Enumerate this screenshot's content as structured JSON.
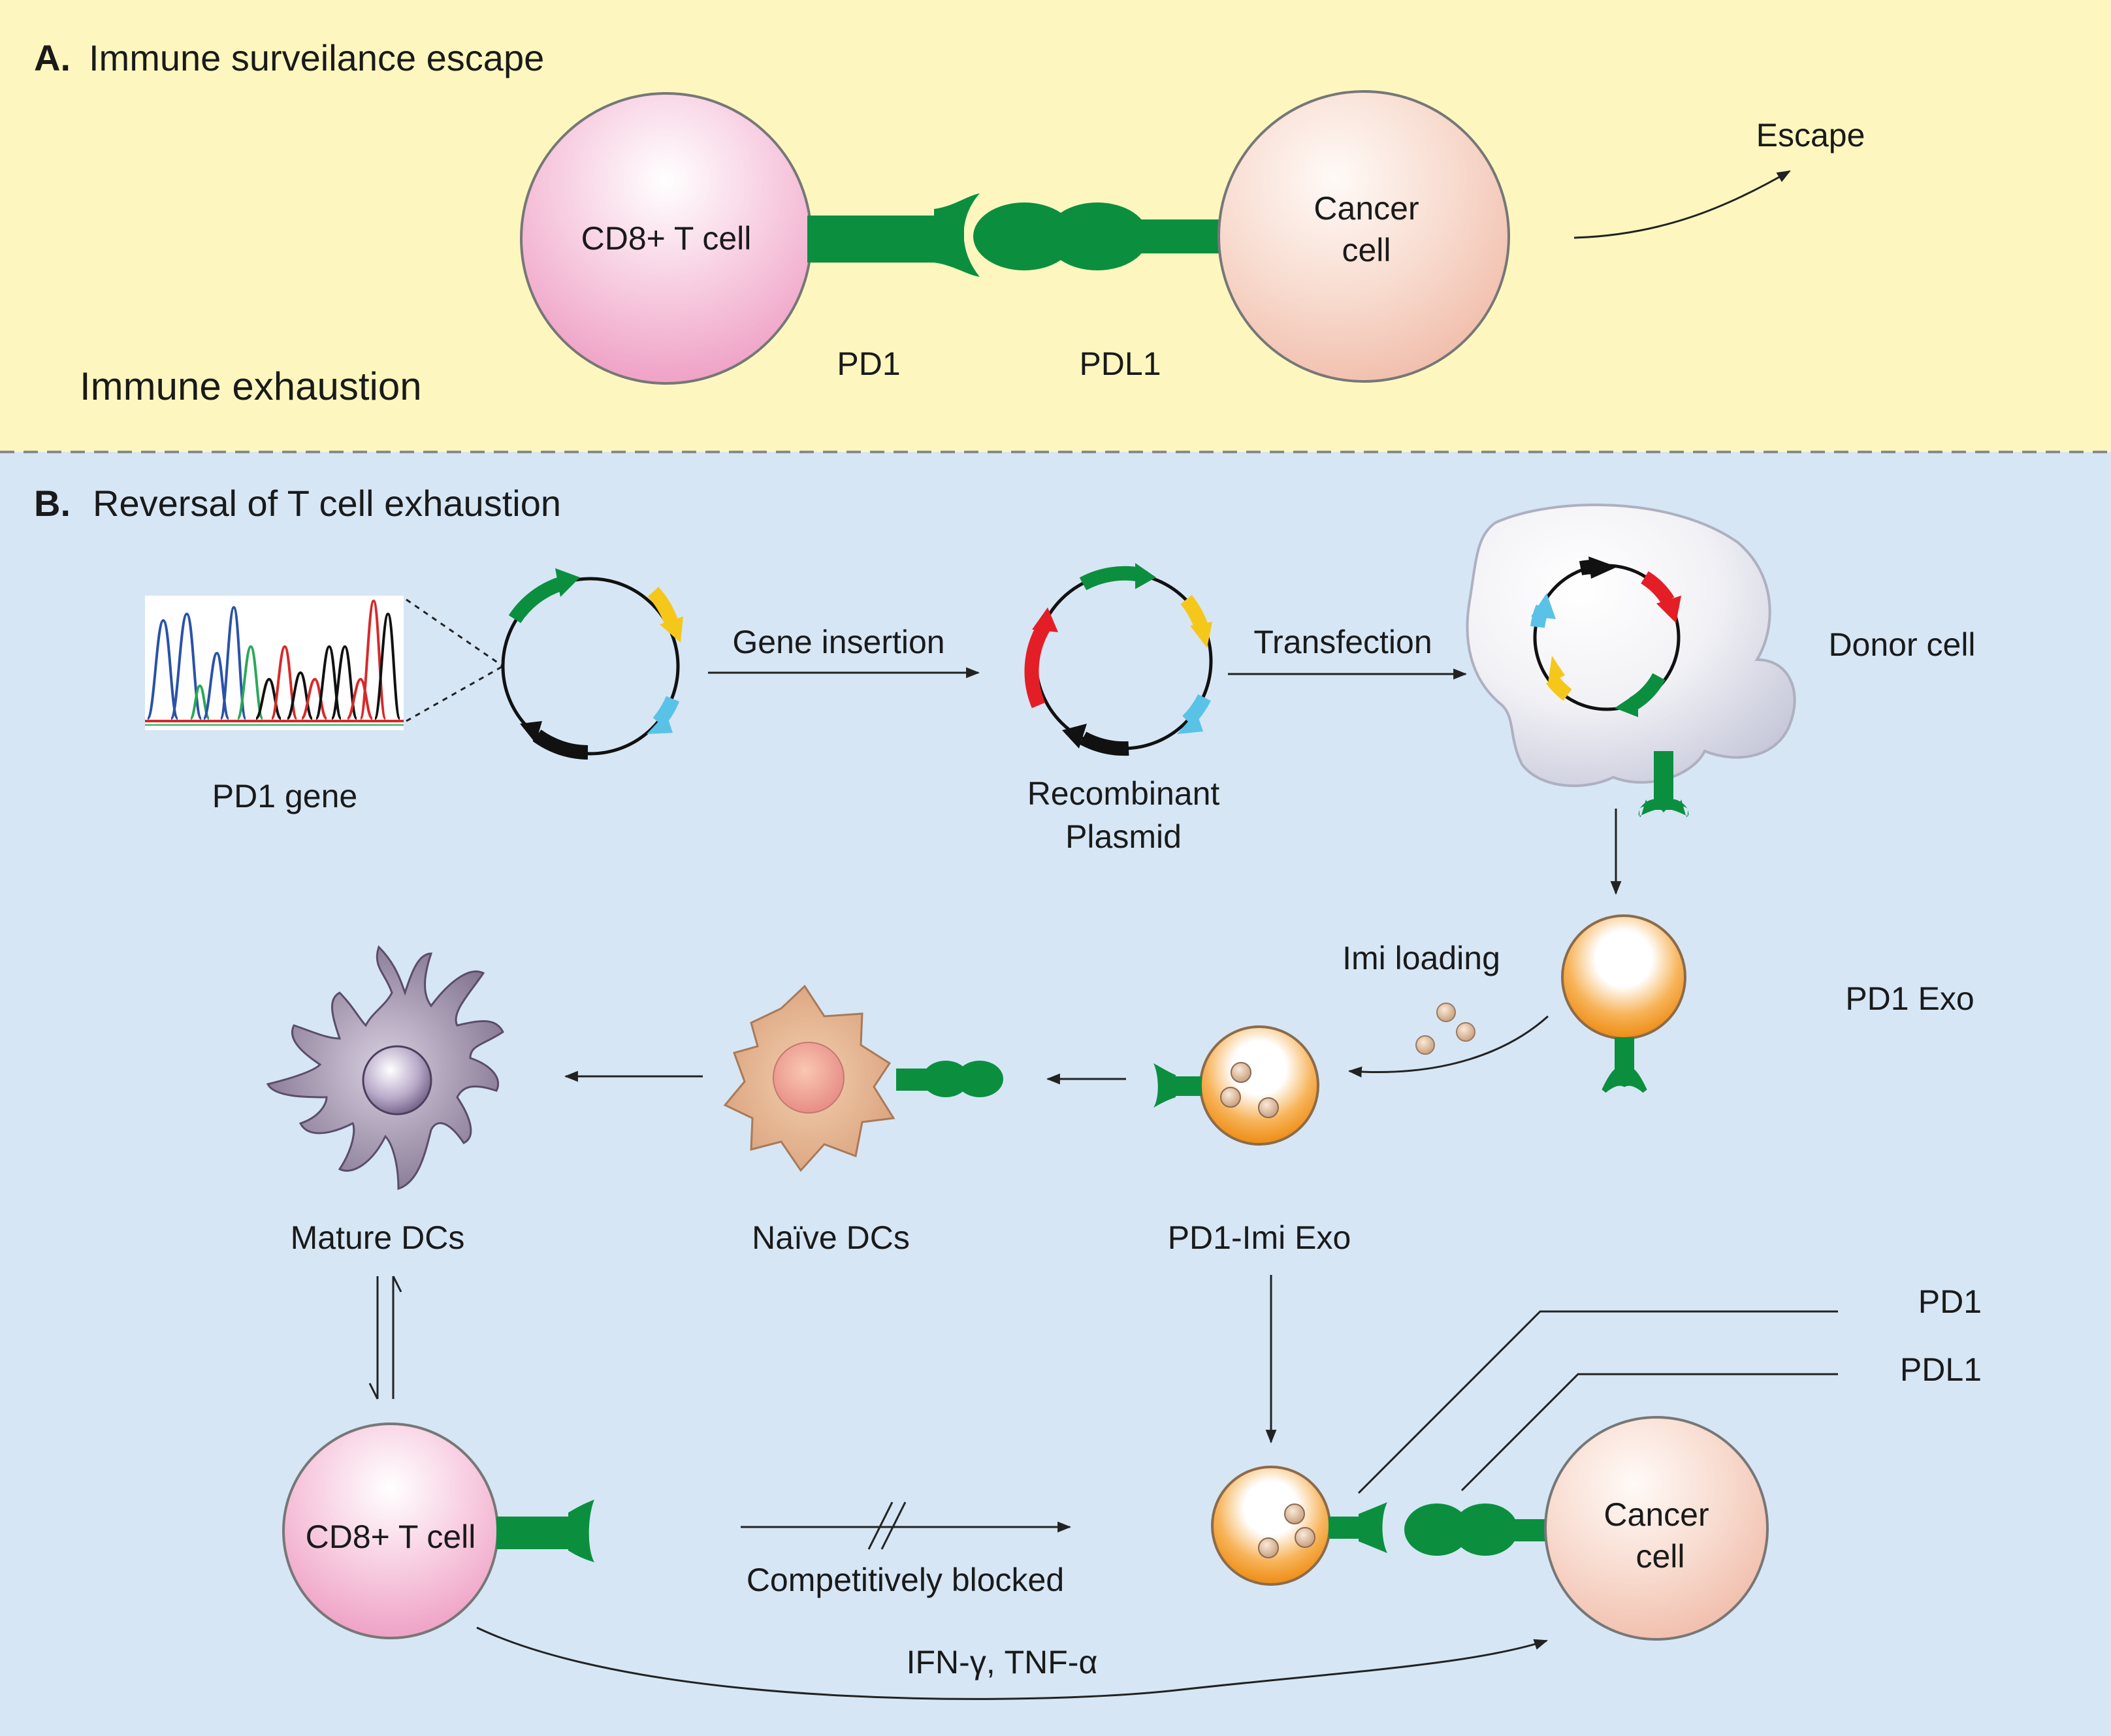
{
  "panel_a": {
    "letter": "A.",
    "title": "Immune surveilance escape",
    "tcell_label": "CD8+ T cell",
    "cancer_label_line1": "Cancer",
    "cancer_label_line2": "cell",
    "pd1_label": "PD1",
    "pdl1_label": "PDL1",
    "escape_label": "Escape",
    "exhaustion_label": "Immune exhaustion",
    "background_color": "#fdf7bf"
  },
  "panel_b": {
    "letter": "B.",
    "title": "Reversal of T cell exhaustion",
    "pd1_gene_label": "PD1 gene",
    "gene_insertion_label": "Gene insertion",
    "recombinant_line1": "Recombinant",
    "recombinant_line2": "Plasmid",
    "transfection_label": "Transfection",
    "donor_cell_label": "Donor cell",
    "pd1_exo_label": "PD1 Exo",
    "imi_loading_label": "Imi loading",
    "pd1_imi_exo_label": "PD1-Imi Exo",
    "naive_dcs_label": "Naïve DCs",
    "mature_dcs_label": "Mature DCs",
    "tcell_label": "CD8+ T cell",
    "competitively_blocked_label": "Competitively blocked",
    "cancer_label_line1": "Cancer",
    "cancer_label_line2": "cell",
    "pd1_label": "PD1",
    "pdl1_label": "PDL1",
    "cytokines_label": "IFN-γ, TNF-α",
    "background_color": "#d6e6f5"
  },
  "colors": {
    "receptor_green": "#0b8f3f",
    "plasmid_red": "#e41e26",
    "plasmid_yellow": "#f5c71a",
    "plasmid_blue": "#5bc2e7",
    "plasmid_green": "#0b8f3f",
    "plasmid_black": "#111111",
    "exo_orange": "#f39a1e",
    "tcell_pink": "#f2a9c9",
    "cancer_peach": "#f4c5b2"
  }
}
